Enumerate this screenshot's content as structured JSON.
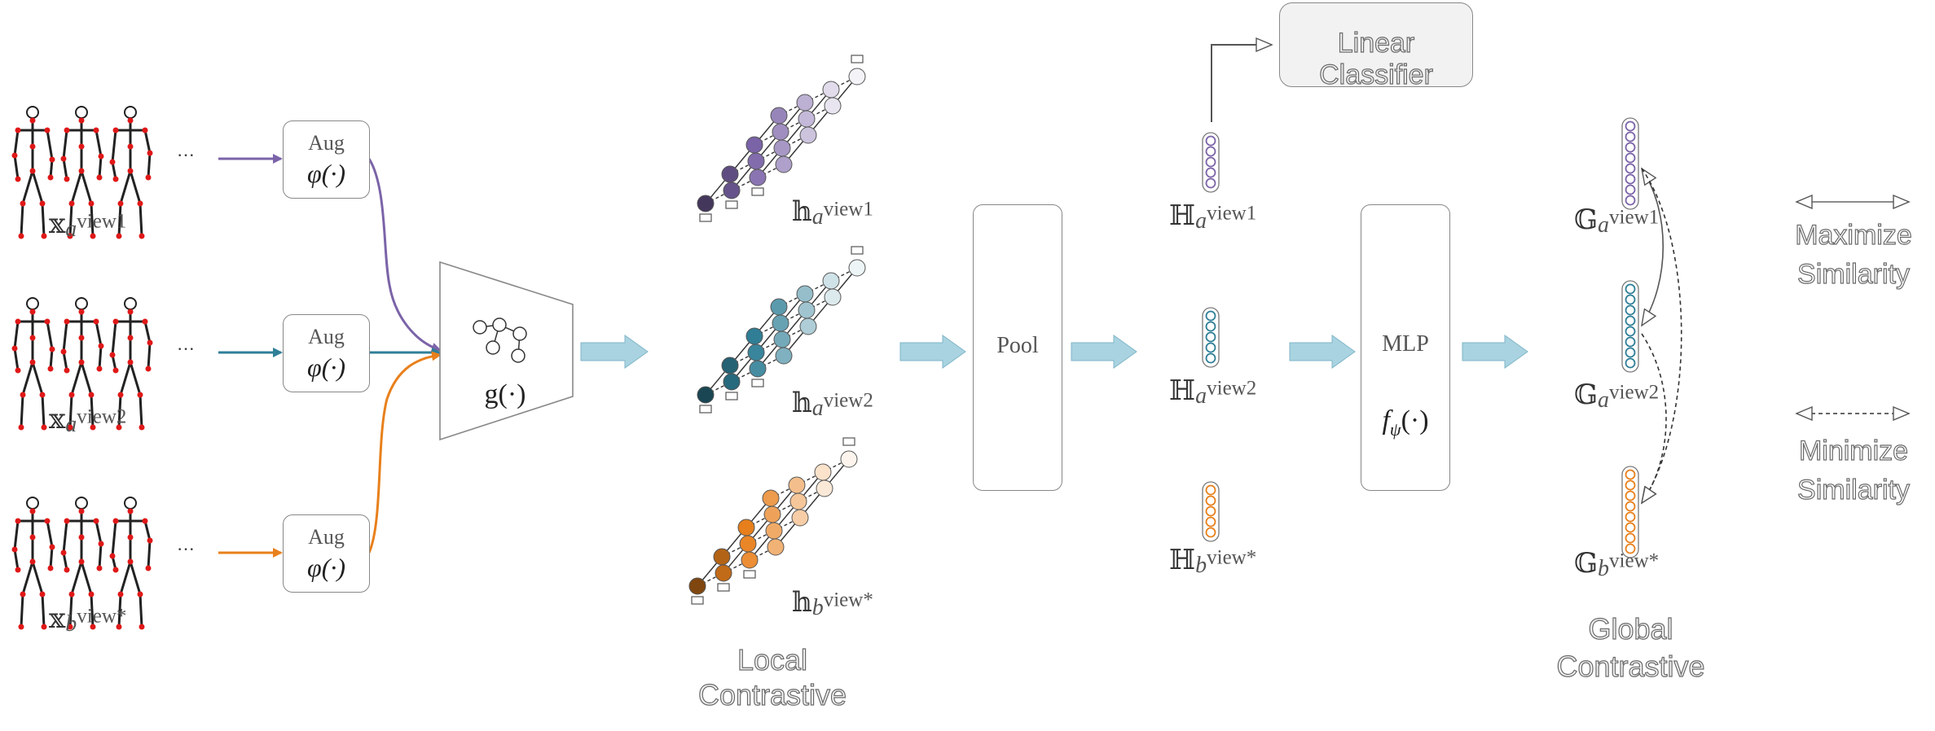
{
  "inputs": [
    {
      "sym": "𝕩",
      "sub": "a",
      "sup": "view1",
      "dots": "···"
    },
    {
      "sym": "𝕩",
      "sub": "a",
      "sup": "view2",
      "dots": "···"
    },
    {
      "sym": "𝕩",
      "sub": "b",
      "sup": "view*",
      "dots": "···"
    }
  ],
  "aug": {
    "line1": "Aug",
    "line2": "φ(·)"
  },
  "encoder": {
    "label": "g(·)"
  },
  "local": {
    "title_line1": "Local",
    "title_line2": "Contrastive",
    "items": [
      {
        "sym": "𝕙",
        "sub": "a",
        "sup": "view1"
      },
      {
        "sym": "𝕙",
        "sub": "a",
        "sup": "view2"
      },
      {
        "sym": "𝕙",
        "sub": "b",
        "sup": "view*"
      }
    ]
  },
  "pool": {
    "label": "Pool"
  },
  "pooled": {
    "items": [
      {
        "sym": "ℍ",
        "sub": "a",
        "sup": "view1"
      },
      {
        "sym": "ℍ",
        "sub": "a",
        "sup": "view2"
      },
      {
        "sym": "ℍ",
        "sub": "b",
        "sup": "view*"
      }
    ]
  },
  "classifier": {
    "label": "Linear Classifier"
  },
  "mlp": {
    "label": "MLP",
    "func": "f",
    "func_sub": "ψ",
    "func_arg": "(·)"
  },
  "global": {
    "title_line1": "Global",
    "title_line2": "Contrastive",
    "items": [
      {
        "sym": "𝔾",
        "sub": "a",
        "sup": "view1"
      },
      {
        "sym": "𝔾",
        "sub": "a",
        "sup": "view2"
      },
      {
        "sym": "𝔾",
        "sub": "b",
        "sup": "view*"
      }
    ]
  },
  "legend": {
    "maximize_line1": "Maximize",
    "maximize_line2": "Similarity",
    "minimize_line1": "Minimize",
    "minimize_line2": "Similarity"
  },
  "colors": {
    "purple": "#7b64a8",
    "teal": "#2f7f97",
    "orange": "#e8801c",
    "arrow_fill": "#a9d3e0",
    "panel": "#f2f2f2"
  }
}
